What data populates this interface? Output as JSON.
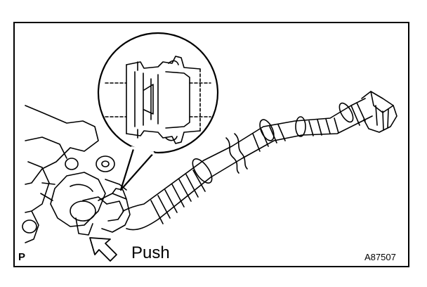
{
  "figure": {
    "callout_text": "Push",
    "corner_letter": "P",
    "figure_code": "A87507"
  },
  "colors": {
    "line": "#000000",
    "background": "#ffffff"
  },
  "icons": [
    "push-arrow-icon",
    "detail-magnifier-callout"
  ]
}
